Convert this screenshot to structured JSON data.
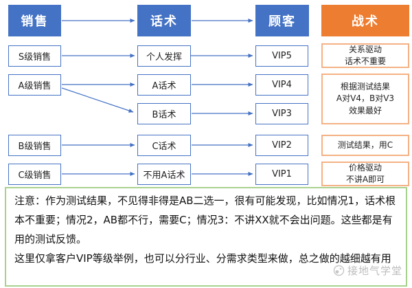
{
  "headers": [
    {
      "label": "销售"
    },
    {
      "label": "话术"
    },
    {
      "label": "顾客"
    },
    {
      "label": "战术"
    }
  ],
  "sales": [
    {
      "label": "S级销售"
    },
    {
      "label": "A级销售"
    },
    {
      "label": "B级销售"
    },
    {
      "label": "C级销售"
    }
  ],
  "scripts": [
    {
      "label": "个人发挥"
    },
    {
      "label": "A话术"
    },
    {
      "label": "B话术"
    },
    {
      "label": "C话术"
    },
    {
      "label": "不用A话术"
    }
  ],
  "customers": [
    {
      "label": "VIP5"
    },
    {
      "label": "VIP4"
    },
    {
      "label": "VIP3"
    },
    {
      "label": "VIP2"
    },
    {
      "label": "VIP1"
    }
  ],
  "tactics": [
    {
      "lines": [
        "关系驱动",
        "话术不重要"
      ]
    },
    {
      "lines": [
        "根据测试结果",
        "A对V4，B对V3",
        "效果最好"
      ]
    },
    {
      "lines": [
        "测试结果，用C"
      ]
    },
    {
      "lines": [
        "价格驱动",
        "不讲A即可"
      ]
    }
  ],
  "connections": [
    {
      "from": "销售",
      "to": "话术"
    },
    {
      "from": "话术",
      "to": "顾客"
    },
    {
      "from": "S级销售",
      "to": "个人发挥"
    },
    {
      "from": "个人发挥",
      "to": "VIP5"
    },
    {
      "from": "A级销售",
      "to": "A话术"
    },
    {
      "from": "A级销售",
      "to": "B话术"
    },
    {
      "from": "A话术",
      "to": "VIP4"
    },
    {
      "from": "B话术",
      "to": "VIP3"
    },
    {
      "from": "B级销售",
      "to": "C话术"
    },
    {
      "from": "C话术",
      "to": "VIP2"
    },
    {
      "from": "C级销售",
      "to": "不用A话术"
    },
    {
      "from": "不用A话术",
      "to": "VIP1"
    }
  ],
  "note": {
    "p1": "注意：作为测试结果，不见得非得是AB二选一，很有可能发现，比如情况1，话术根本不重要；情况2，AB都不行，需要C；情况3：不讲XX就不会出问题。这些都是有用的测试反馈。",
    "p2": "这里仅拿客户VIP等级举例，也可以分行业、分需求类型来做，总之做的越细越有用"
  },
  "watermark": {
    "label": "接地气学堂",
    "icon": "jiediqi-logo"
  },
  "colors": {
    "header_blue": "#4472C4",
    "header_orange": "#ED7D31",
    "node_border_blue": "#4472C4",
    "tactic_border_orange": "#F4B183",
    "note_border_green": "#A9D18E",
    "arrow_blue": "#4472C4",
    "watermark_gray": "#BDBDBD"
  }
}
